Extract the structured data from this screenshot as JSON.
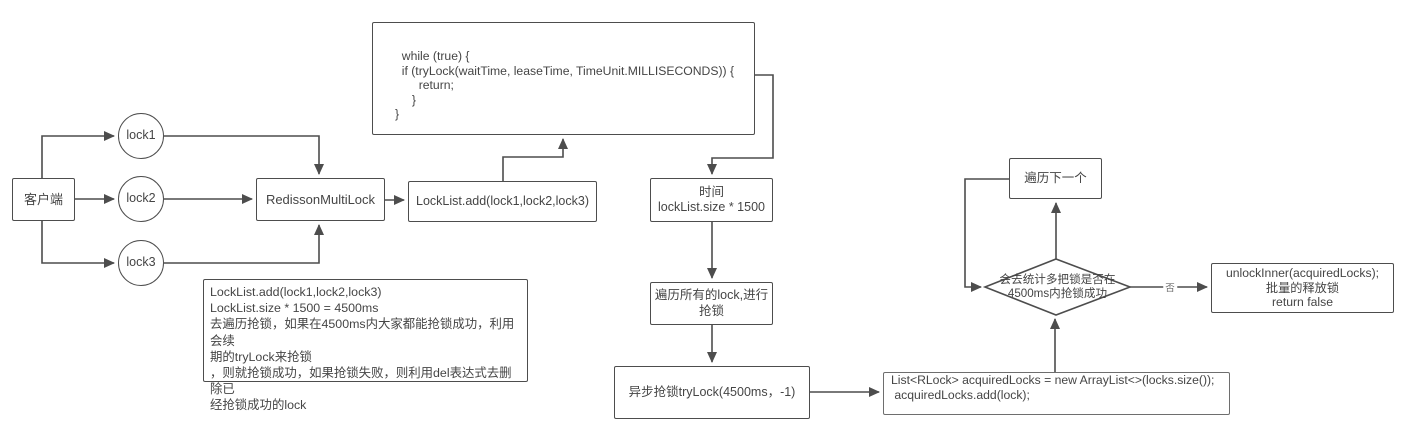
{
  "nodes": {
    "client": "客户端",
    "lock1": "lock1",
    "lock2": "lock2",
    "lock3": "lock3",
    "multilock": "RedissonMultiLock",
    "lock_list_add": "LockList.add(lock1,lock2,lock3)",
    "while_code": "  while (true) {\n  if (tryLock(waitTime, leaseTime, TimeUnit.MILLISECONDS)) {\n       return;\n     }\n}",
    "time": "时间\nlockList.size * 1500",
    "traverse": "遍历所有的lock,进行\n抢锁",
    "async_trylock": "异步抢锁tryLock(4500ms，-1)",
    "acquired_locks": "List<RLock> acquiredLocks = new ArrayList<>(locks.size());\n acquiredLocks.add(lock);",
    "decision": "会去统计多把锁是否在\n4500ms内抢锁成功",
    "next_iteration": "遍历下一个",
    "unlock_inner": "unlockInner(acquiredLocks);\n批量的释放锁\nreturn false",
    "note": "LockList.add(lock1,lock2,lock3)\nLockList.size * 1500 = 4500ms\n去遍历抢锁，如果在4500ms内大家都能抢锁成功，利用会续\n期的tryLock来抢锁\n，则就抢锁成功，如果抢锁失败，则利用del表达式去删除已\n经抢锁成功的lock"
  },
  "edge_labels": {
    "no": "否"
  },
  "colors": {
    "stroke": "#4d4d4d",
    "text": "#454545",
    "background": "#ffffff"
  }
}
